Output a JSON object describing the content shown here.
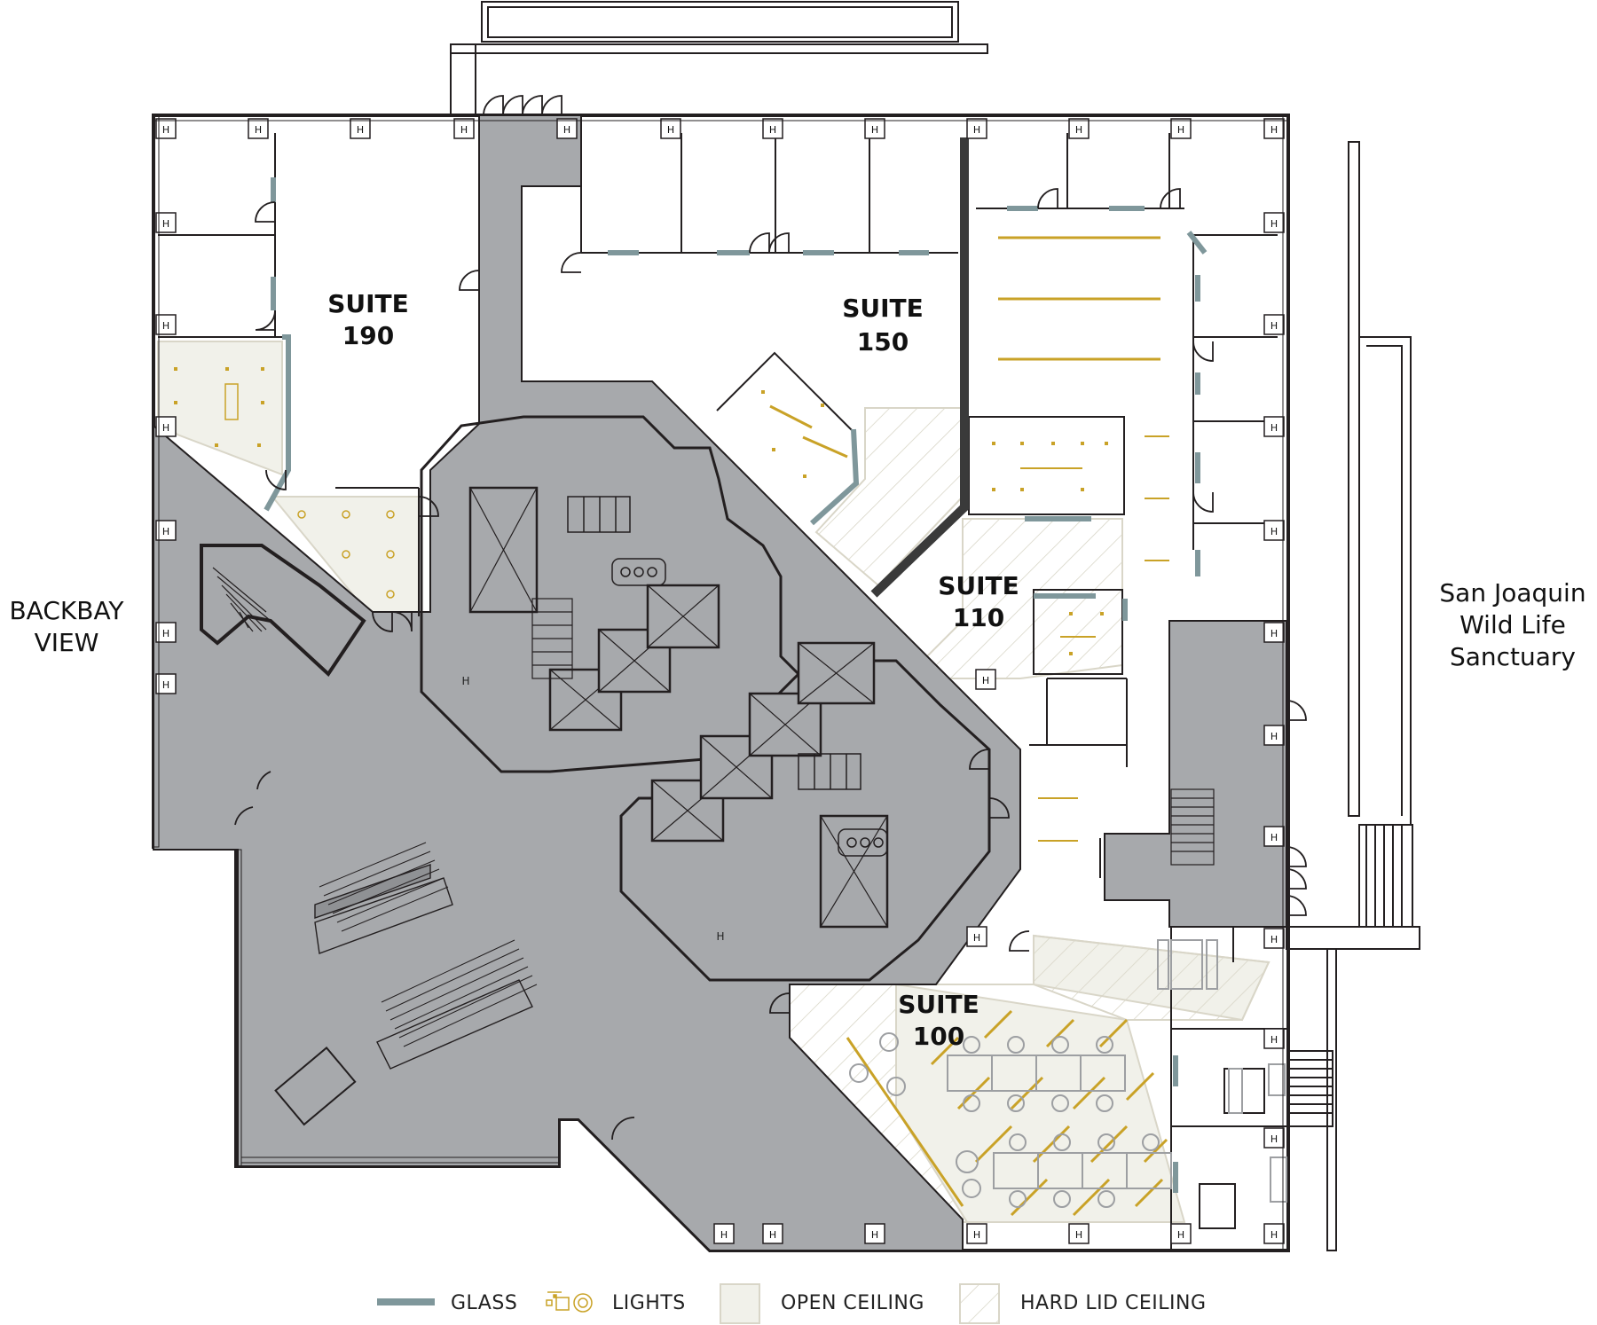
{
  "suites": [
    {
      "id": "190",
      "line1": "SUITE",
      "line2": "190"
    },
    {
      "id": "150",
      "line1": "SUITE",
      "line2": "150"
    },
    {
      "id": "110",
      "line1": "SUITE",
      "line2": "110"
    },
    {
      "id": "100",
      "line1": "SUITE",
      "line2": "100"
    }
  ],
  "views": {
    "west": {
      "line1": "BACKBAY",
      "line2": "VIEW"
    },
    "east": {
      "line1": "San Joaquin",
      "line2": "Wild Life",
      "line3": "Sanctuary"
    }
  },
  "legend": {
    "glass": "GLASS",
    "lights": "LIGHTS",
    "open_ceiling": "OPEN CEILING",
    "hard_lid_ceiling": "HARD LID CEILING"
  },
  "column_marker": "H",
  "colors": {
    "core_gray": "#a7a9ac",
    "wall": "#231f20",
    "glass": "#7f979b",
    "lights": "#c9a227",
    "open_ceiling": "#f1f1ea",
    "hard_lid_hatch": "#d9d6c8"
  }
}
